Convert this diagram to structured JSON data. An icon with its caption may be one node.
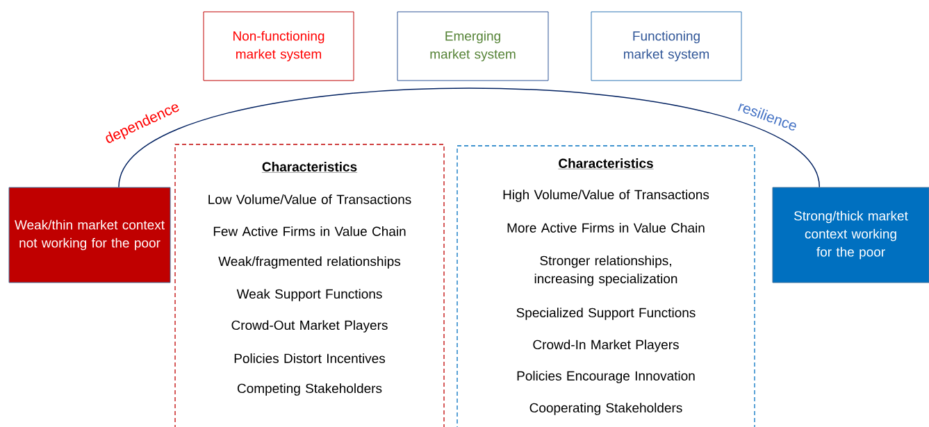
{
  "diagram": {
    "nodes": [
      {
        "text": [
          "Non-functioning market system"
        ]
      },
      {
        "text": [
          "Emerging market system"
        ]
      },
      {
        "text": [
          "Functioning market system"
        ]
      },
      {
        "text": [
          "Weak/thin market context not working for the poor"
        ]
      },
      {
        "text": [
          "Strong/thick market context working for the poor"
        ]
      },
      {
        "text": [
          "Characteristics",
          "Low Volume/Value of Transactions",
          "Few Active Firms in Value Chain",
          "Weak/fragmented relationships",
          "Weak Support Functions",
          "Crowd-Out Market Players",
          "Policies Distort Incentives",
          "Competing Stakeholders"
        ]
      },
      {
        "text": [
          "Characteristics",
          "High Volume/Value of Transactions",
          "More Active Firms in Value Chain",
          "Stronger relationships, increasing specialization",
          "Specialized Support Functions",
          "Crowd-In Market Players",
          "Policies Encourage Innovation",
          "Cooperating Stakeholders"
        ]
      }
    ],
    "edges": [
      {
        "from": 3,
        "to": 4,
        "arrow": "none"
      }
    ],
    "labels": [
      "dependence",
      "resilience"
    ]
  }
}
